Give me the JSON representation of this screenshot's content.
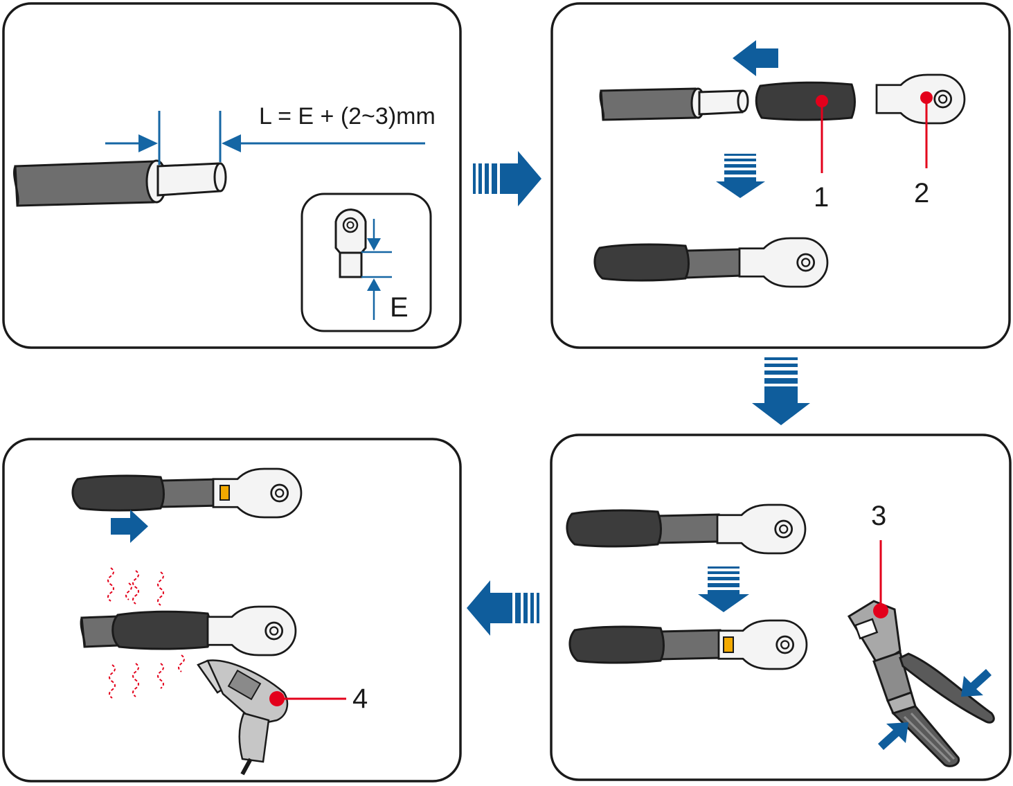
{
  "labels": {
    "formula": "L = E + (2~3)mm",
    "dimension_E": "E",
    "callout_1": "1",
    "callout_2": "2",
    "callout_3": "3",
    "callout_4": "4"
  },
  "colors": {
    "frame": "#1a1a1a",
    "dimension_blue": "#1566a4",
    "flow_arrow_blue": "#0f5d9c",
    "callout_red": "#e3001b",
    "sheath_dark": "#3c3c3c",
    "cable_grey": "#6e6e6e",
    "conductor_white": "#f4f4f4",
    "crimp_mark": "#f2a900"
  },
  "steps": [
    {
      "icon": "cable-strip-measure-icon"
    },
    {
      "icon": "heat-shrink-and-terminal-icon"
    },
    {
      "icon": "crimp-terminal-icon"
    },
    {
      "icon": "heat-gun-shrink-icon"
    }
  ]
}
